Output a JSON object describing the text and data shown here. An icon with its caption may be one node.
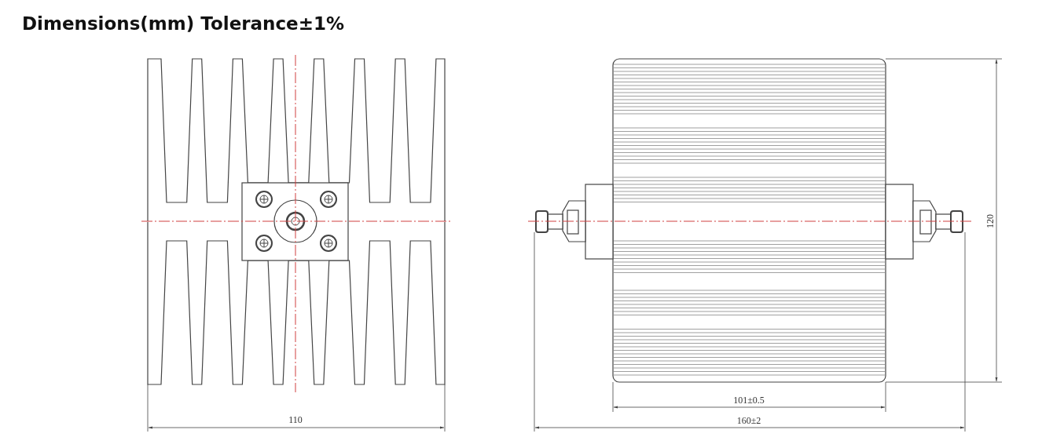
{
  "diagram": {
    "title": "Dimensions(mm) Tolerance±1%",
    "labels": [
      "110",
      "101±0.5",
      "160±2",
      "120"
    ]
  }
}
